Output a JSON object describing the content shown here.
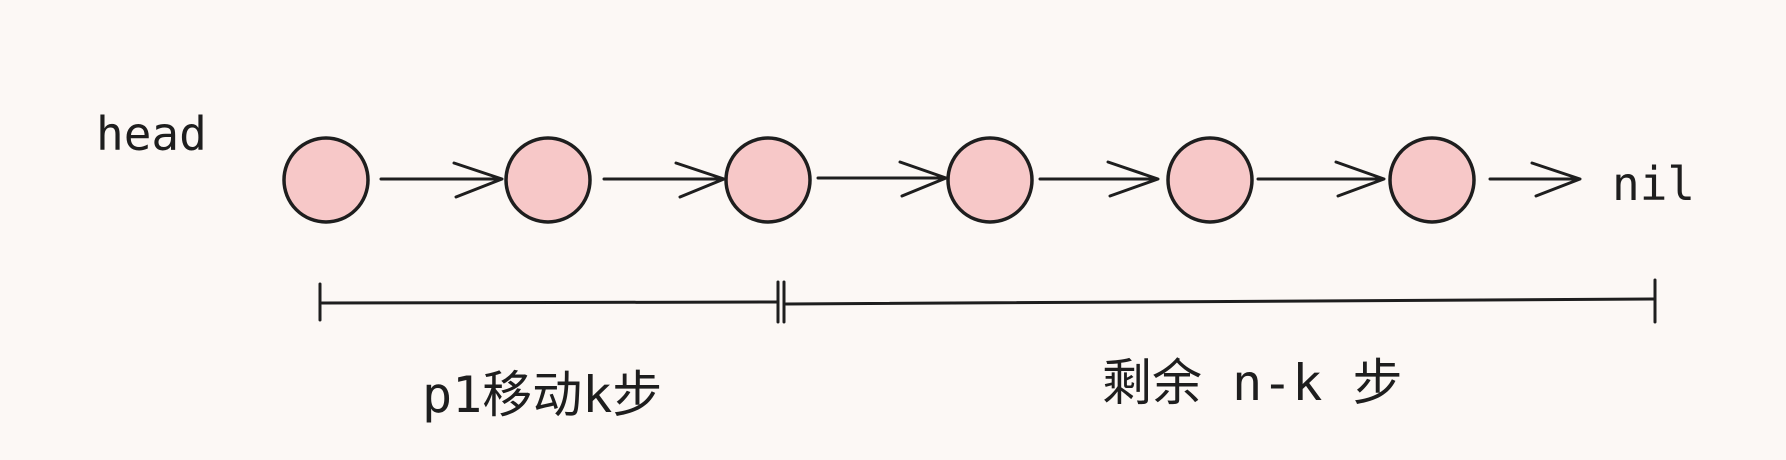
{
  "labels": {
    "head": "head",
    "nil": "nil",
    "segment_left": "p1移动k步",
    "segment_right": "剩余 n-k 步"
  },
  "nodes": [
    {
      "id": "node-1"
    },
    {
      "id": "node-2"
    },
    {
      "id": "node-3"
    },
    {
      "id": "node-4"
    },
    {
      "id": "node-5"
    },
    {
      "id": "node-6"
    }
  ],
  "colors": {
    "background": "#fcf8f5",
    "node_fill": "#f7c8c8",
    "stroke": "#1e1e1e"
  }
}
